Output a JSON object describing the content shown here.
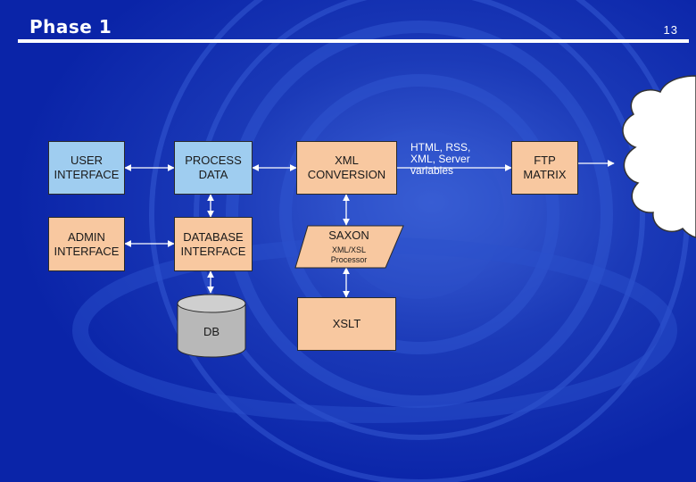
{
  "slide": {
    "title": "Phase 1",
    "number": "13"
  },
  "boxes": {
    "user_interface": [
      "USER",
      "INTERFACE"
    ],
    "admin_interface": [
      "ADMIN",
      "INTERFACE"
    ],
    "process_data": [
      "PROCESS",
      "DATA"
    ],
    "database_interface": [
      "DATABASE",
      "INTERFACE"
    ],
    "db": "DB",
    "xml_conversion": [
      "XML",
      "CONVERSION"
    ],
    "saxon": {
      "title": "SAXON",
      "sub": [
        "XML/XSL",
        "Processor"
      ]
    },
    "xslt": "XSLT",
    "ftp_matrix": [
      "FTP",
      "MATRIX"
    ]
  },
  "annotation": [
    "HTML, RSS,",
    "XML, Server",
    "variables"
  ],
  "colors": {
    "background": "#0a24a8",
    "box_blue": "#9fcdf0",
    "box_peach": "#f8c8a0",
    "connector": "#ffffff"
  }
}
